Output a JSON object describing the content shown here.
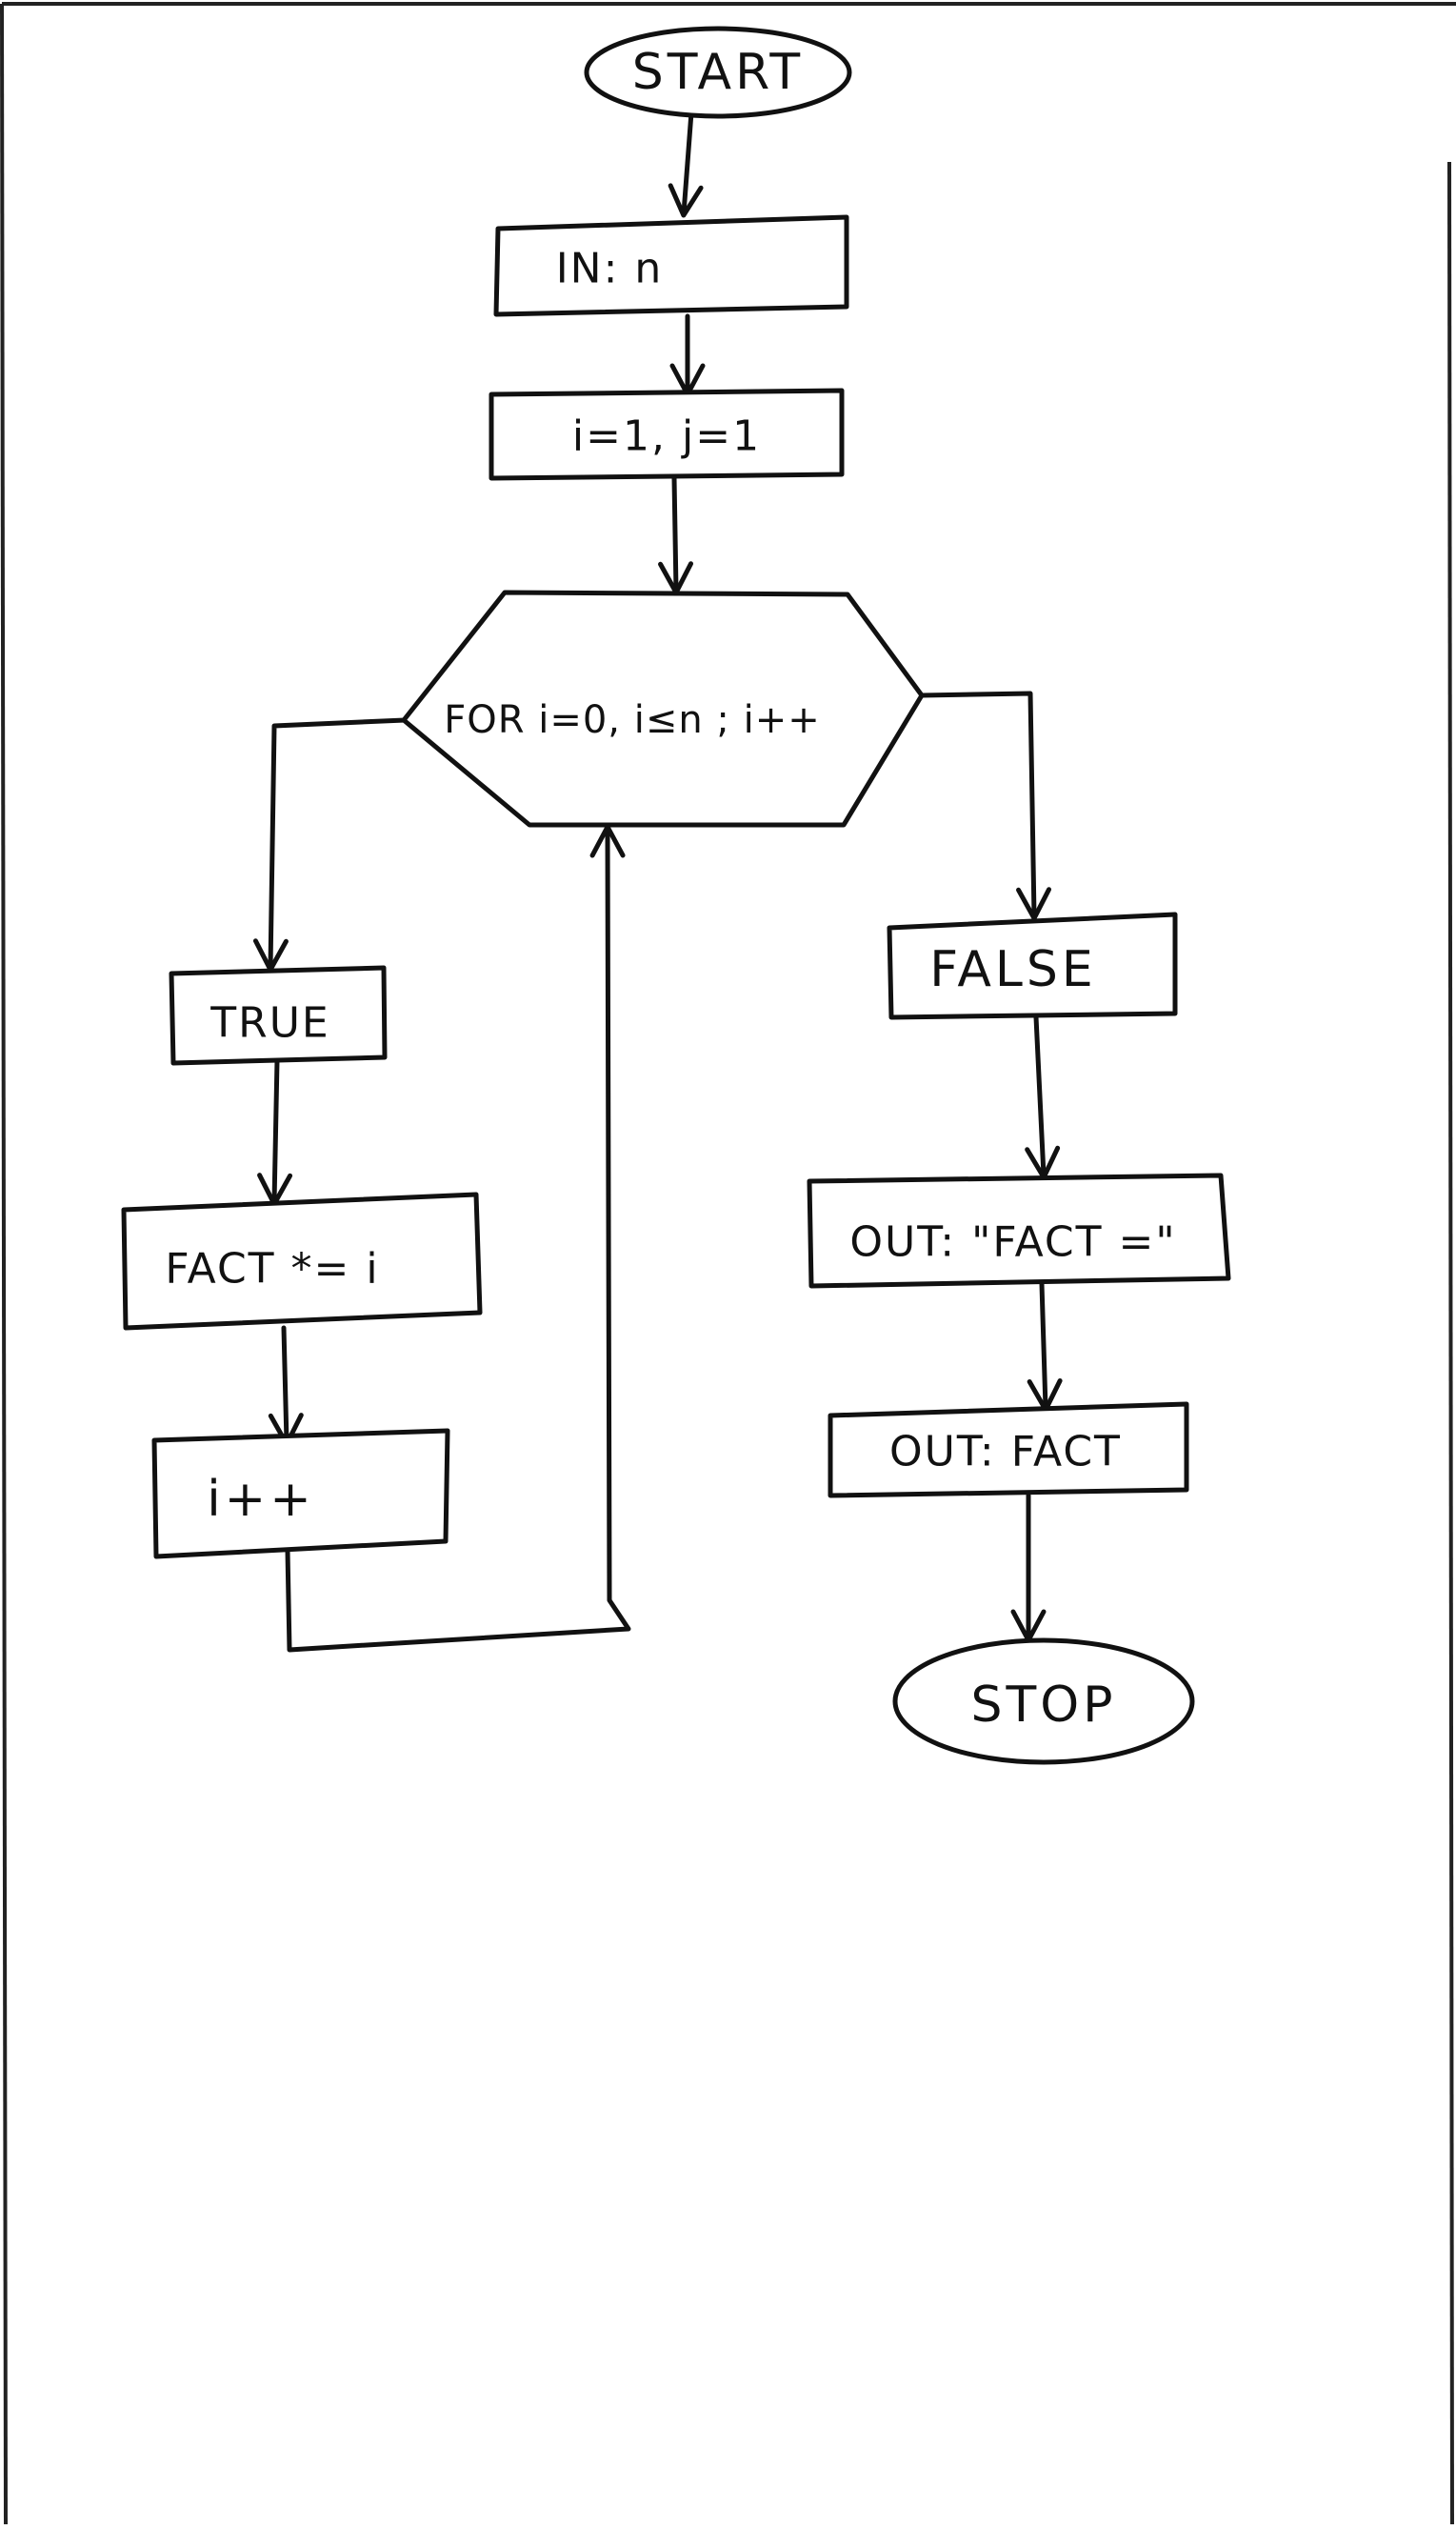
{
  "diagram": {
    "nodes": {
      "start": {
        "label": "START",
        "shape": "oval"
      },
      "input": {
        "label": "IN: n",
        "shape": "rect"
      },
      "init": {
        "label": "i=1, j=1",
        "shape": "rect"
      },
      "loop": {
        "label": "FOR i=0, i≤n ; i++",
        "shape": "hexagon"
      },
      "true_branch": {
        "label": "TRUE",
        "shape": "rect"
      },
      "multiply": {
        "label": "FACT *= i",
        "shape": "rect"
      },
      "increment": {
        "label": "i++",
        "shape": "rect"
      },
      "false_branch": {
        "label": "FALSE",
        "shape": "rect"
      },
      "out_text": {
        "label": "OUT: \"FACT =\"",
        "shape": "rect"
      },
      "out_fact": {
        "label": "OUT: FACT",
        "shape": "rect"
      },
      "stop": {
        "label": "STOP",
        "shape": "oval"
      }
    },
    "edges": [
      {
        "from": "start",
        "to": "input"
      },
      {
        "from": "input",
        "to": "init"
      },
      {
        "from": "init",
        "to": "loop"
      },
      {
        "from": "loop",
        "to": "true_branch"
      },
      {
        "from": "true_branch",
        "to": "multiply"
      },
      {
        "from": "multiply",
        "to": "increment"
      },
      {
        "from": "increment",
        "to": "loop"
      },
      {
        "from": "loop",
        "to": "false_branch"
      },
      {
        "from": "false_branch",
        "to": "out_text"
      },
      {
        "from": "out_text",
        "to": "out_fact"
      },
      {
        "from": "out_fact",
        "to": "stop"
      }
    ]
  }
}
